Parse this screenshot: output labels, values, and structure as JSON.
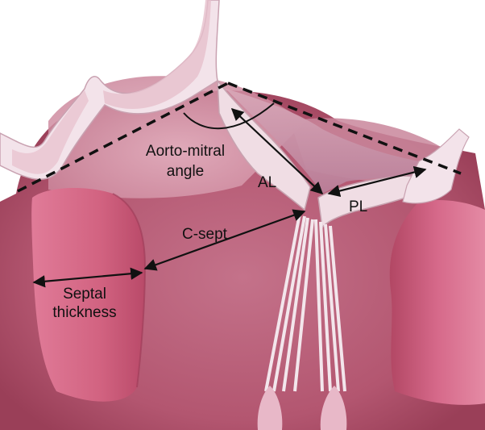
{
  "labels": {
    "aorto_mitral": "Aorto-mitral",
    "angle": "angle",
    "al": "AL",
    "pl": "PL",
    "c_sept": "C-sept",
    "septal": "Septal",
    "thickness": "thickness"
  },
  "colors": {
    "background": "#ffffff",
    "cavity_light": "#d6899f",
    "cavity_dark": "#a3475f",
    "wall": "#d26381",
    "wall_shadow": "#b24764",
    "valve_tissue": "#f0dde4",
    "valve_edge": "#c7a3b0",
    "annotation": "#111111"
  },
  "icons": {
    "arrow": "double-headed-arrow",
    "dashed_line": "annulus-plane-line"
  }
}
